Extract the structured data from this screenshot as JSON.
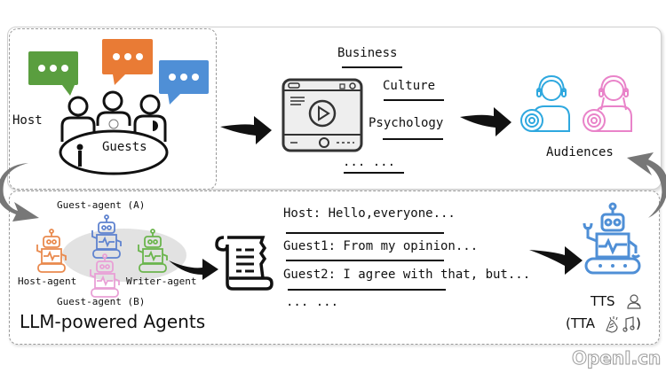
{
  "top_section": {
    "host_label": "Host",
    "guests_label": "Guests",
    "speech_bubble_colors": [
      "#5a9e3f",
      "#e97b35",
      "#4f8fd6"
    ],
    "topics": [
      "Business",
      "Culture",
      "Psychology",
      "... ..."
    ],
    "audiences_label": "Audiences",
    "audience_colors": [
      "#2ea8df",
      "#e983c9"
    ]
  },
  "bottom_section": {
    "agents": {
      "guest_agent_a": "Guest-agent (A)",
      "host_agent": "Host-agent",
      "writer_agent": "Writer-agent",
      "guest_agent_b": "Guest-agent (B)",
      "title": "LLM-powered Agents",
      "colors": {
        "host": "#e98a4e",
        "guest_a": "#5f83cf",
        "guest_b": "#e9a0d6",
        "writer": "#6bb54d"
      }
    },
    "script_lines": [
      "Host: Hello,everyone...",
      "Guest1: From my opinion...",
      "Guest2: I agree with that, but...",
      "... ..."
    ],
    "tts_label": "TTS",
    "tta_label": "(TTA",
    "tta_close": ")",
    "tts_robot_color": "#4f8fd6"
  },
  "watermark": "OpenI.cn"
}
